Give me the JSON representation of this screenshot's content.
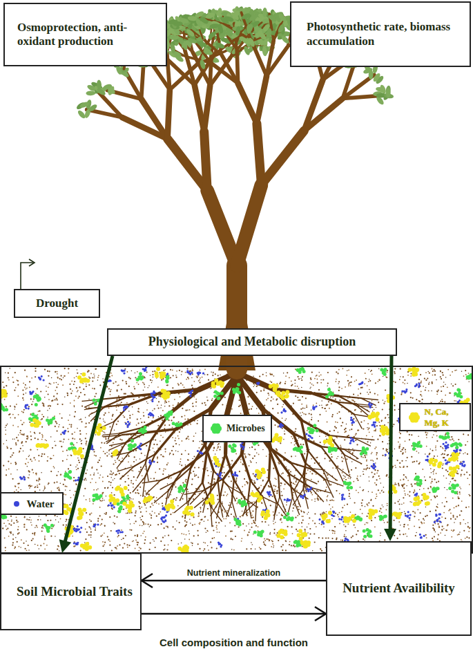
{
  "diagram": {
    "nodes": [
      {
        "text": [
          "Osmoprotection, anti-oxidant production"
        ]
      },
      {
        "text": [
          "Photosynthetic rate, biomass accumulation"
        ]
      },
      {
        "text": [
          "Drought"
        ]
      },
      {
        "text": [
          "Physiological and Metabolic disruption"
        ]
      },
      {
        "text": [
          "Microbes"
        ]
      },
      {
        "text": [
          "N, Ca, Mg, K"
        ]
      },
      {
        "text": [
          "Water"
        ]
      },
      {
        "text": [
          "Soil Microbial Traits"
        ]
      },
      {
        "text": [
          "Nutrient Availibility"
        ]
      }
    ],
    "edges": [
      {
        "from": 3,
        "to": 7,
        "arrow": "to"
      },
      {
        "from": 3,
        "to": 8,
        "arrow": "to"
      },
      {
        "from": 8,
        "to": 7,
        "label": "Nutrient mineralization",
        "arrow": "to"
      },
      {
        "from": 7,
        "to": 8,
        "label": "Cell composition and function",
        "arrow": "to"
      }
    ]
  }
}
